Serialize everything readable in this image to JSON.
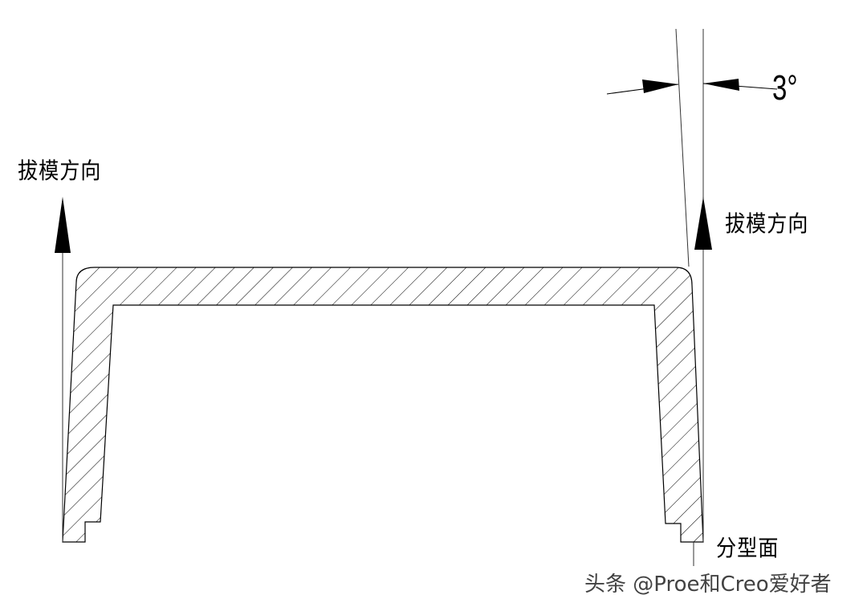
{
  "labels": {
    "draft_direction_left": "拔模方向",
    "draft_direction_right": "拔模方向",
    "draft_angle": "3°",
    "parting_surface": "分型面"
  },
  "watermark": "头条 @Proe和Creo爱好者",
  "colors": {
    "line": "#000000",
    "background": "#ffffff"
  }
}
